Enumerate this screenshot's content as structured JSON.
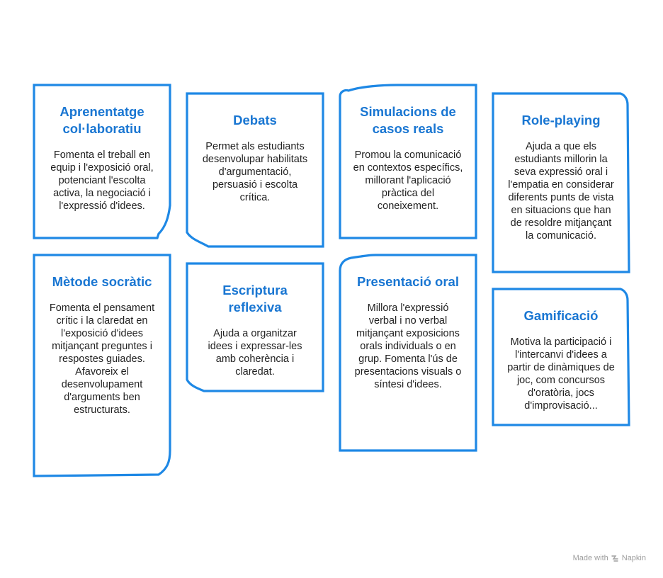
{
  "cards": [
    {
      "title": "Aprenentatge col·laboratiu",
      "body": "Fomenta el treball en equip i l'exposició oral, potenciant l'escolta activa, la negociació i l'expressió d'idees."
    },
    {
      "title": "Debats",
      "body": "Permet als estudiants desenvolupar habilitats d'argumentació, persuasió i escolta crítica."
    },
    {
      "title": "Simulacions de casos reals",
      "body": "Promou la comunicació en contextos específics, millorant l'aplicació pràctica del coneixement."
    },
    {
      "title": "Role-playing",
      "body": "Ajuda a que els estudiants millorin la seva expressió oral i l'empatia en considerar diferents punts de vista en situacions que han de resoldre mitjançant la comunicació."
    },
    {
      "title": "Mètode socràtic",
      "body": "Fomenta el pensament crític i la claredat en l'exposició d'idees mitjançant preguntes i respostes guiades. Afavoreix el desenvolupament d'arguments ben estructurats."
    },
    {
      "title": "Escriptura reflexiva",
      "body": "Ajuda a organitzar idees i expressar-les amb coherència i claredat."
    },
    {
      "title": "Presentació oral",
      "body": "Millora l'expressió verbal i no verbal mitjançant exposicions orals individuals o en grup. Fomenta l'ús de presentacions visuals o síntesi d'idees."
    },
    {
      "title": "Gamificació",
      "body": "Motiva la participació i l'intercanvi d'idees a partir de dinàmiques de joc, com concursos d'oratòria, jocs d'improvisació..."
    }
  ],
  "watermark": {
    "prefix": "Made with",
    "brand": "Napkin"
  },
  "colors": {
    "accent": "#1e88e5",
    "title": "#1976d2",
    "text": "#222222"
  }
}
